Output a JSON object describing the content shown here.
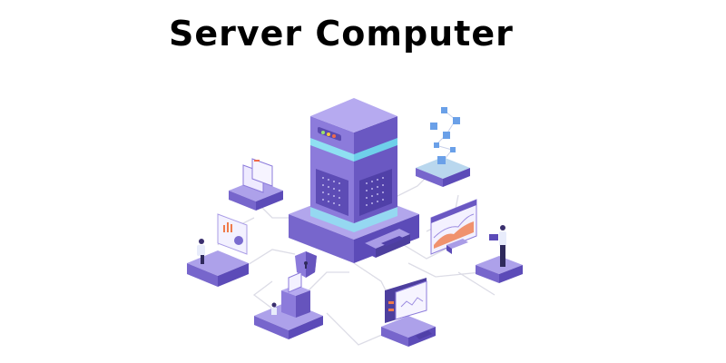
{
  "title": "Server Computer",
  "colors": {
    "purple_light": "#a99ce6",
    "purple_mid": "#8a7ad8",
    "purple_dark": "#6654bd",
    "purple_deep": "#4d3f9e",
    "cyan_glow": "#8fe0f2",
    "orange": "#ef7a4a",
    "line": "#d9d9e3"
  },
  "illustration": {
    "center": "server-tower",
    "satellites": [
      "documents-platform",
      "network-cubes-platform",
      "analyst-with-chart-platform",
      "presenter-with-dashboard-platform",
      "security-shield-platform",
      "laptop-analytics-platform"
    ]
  }
}
